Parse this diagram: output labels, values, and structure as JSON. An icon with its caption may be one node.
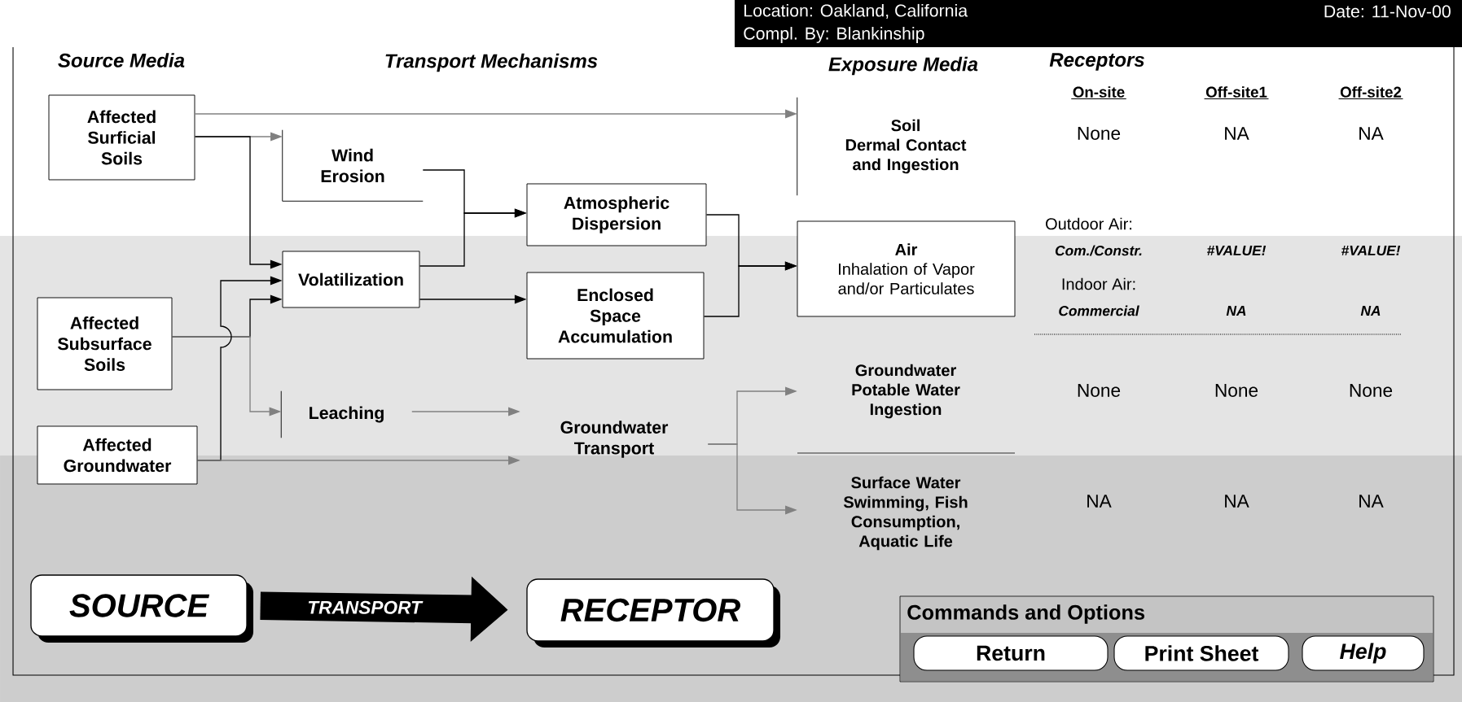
{
  "diagram": {
    "nodes": [
      {
        "text": [
          "Location: Oakland, California",
          "Date: 11-Nov-00",
          "Compl. By: Blankinship"
        ]
      },
      {
        "text": [
          "Affected Surficial Soils"
        ]
      },
      {
        "text": [
          "Affected Subsurface Soils"
        ]
      },
      {
        "text": [
          "Affected Groundwater"
        ]
      },
      {
        "text": [
          "Wind Erosion"
        ]
      },
      {
        "text": [
          "Volatilization"
        ]
      },
      {
        "text": [
          "Leaching"
        ]
      },
      {
        "text": [
          "Atmospheric Dispersion"
        ]
      },
      {
        "text": [
          "Enclosed Space Accumulation"
        ]
      },
      {
        "text": [
          "Groundwater Transport"
        ]
      },
      {
        "text": [
          "Soil",
          "Dermal Contact and Ingestion"
        ]
      },
      {
        "text": [
          "Air",
          "Inhalation of Vapor and/or Particulates"
        ]
      },
      {
        "text": [
          "Groundwater",
          "Potable Water Ingestion"
        ]
      },
      {
        "text": [
          "Surface Water",
          "Swimming, Fish Consumption, Aquatic Life"
        ]
      },
      {
        "text": [
          "SOURCE"
        ]
      },
      {
        "text": [
          "RECEPTOR"
        ]
      },
      {
        "text": [
          "Commands and Options"
        ]
      },
      {
        "text": [
          "Return"
        ],
        "in": 16
      },
      {
        "text": [
          "Print Sheet"
        ],
        "in": 16
      },
      {
        "text": [
          "Help"
        ],
        "in": 16
      }
    ],
    "edges": [
      {
        "from": 1,
        "to": 10,
        "arrow": "to",
        "color": "#808080"
      },
      {
        "from": 1,
        "to": 4,
        "arrow": "to",
        "color": "#808080"
      },
      {
        "from": 1,
        "to": 5,
        "arrow": "to"
      },
      {
        "from": 2,
        "to": 5,
        "arrow": "to"
      },
      {
        "from": 2,
        "to": 6,
        "arrow": "to",
        "color": "#808080"
      },
      {
        "from": 3,
        "to": 5,
        "arrow": "to"
      },
      {
        "from": 3,
        "to": 9,
        "arrow": "to",
        "color": "#808080"
      },
      {
        "from": 4,
        "to": 7,
        "arrow": "to"
      },
      {
        "from": 5,
        "to": 7,
        "arrow": "to"
      },
      {
        "from": 5,
        "to": 8,
        "arrow": "to"
      },
      {
        "from": 6,
        "to": 9,
        "arrow": "to",
        "color": "#808080"
      },
      {
        "from": 7,
        "to": 11,
        "arrow": "to"
      },
      {
        "from": 8,
        "to": 11,
        "arrow": "to"
      },
      {
        "from": 9,
        "to": 12,
        "arrow": "to",
        "color": "#808080"
      },
      {
        "from": 9,
        "to": 13,
        "arrow": "to",
        "color": "#808080"
      },
      {
        "from": 14,
        "to": 15,
        "arrow": "to",
        "style": "thick",
        "label": "TRANSPORT"
      }
    ],
    "labels": [
      "Source Media",
      "Transport Mechanisms",
      "Exposure Media",
      "Receptors",
      "On-site",
      "Off-site1",
      "Off-site2",
      "None",
      "NA",
      "NA",
      "Outdoor Air:",
      "Com./Constr.",
      "#VALUE!",
      "#VALUE!",
      "Indoor Air:",
      "Commercial",
      "NA",
      "NA",
      "None",
      "None",
      "None",
      "NA",
      "NA",
      "NA"
    ]
  }
}
